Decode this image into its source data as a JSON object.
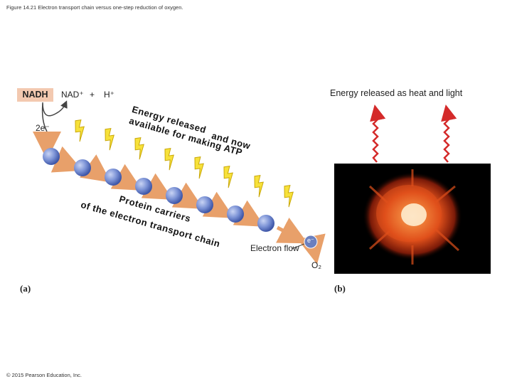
{
  "caption": "Figure 14.21 Electron transport chain versus one-step reduction of oxygen.",
  "copyright": "© 2015 Pearson Education, Inc.",
  "panel_a": {
    "nadh": "NADH",
    "nad_plus": "NAD⁺",
    "plus": "+",
    "h_plus": "H⁺",
    "electrons": "2e⁻",
    "energy_line1": "Energy released",
    "energy_line2": "available for making ATP",
    "energy_line2b": "and now",
    "carriers_line1": "Protein carriers",
    "carriers_line2": "of the electron transport chain",
    "label": "(a)"
  },
  "panel_b": {
    "energy_heat_light": "Energy released as heat and light",
    "electron_flow": "Electron flow",
    "e_minus": "e⁻",
    "oxygen": "O₂",
    "label": "(b)"
  },
  "colors": {
    "carrier": "#7c93d6",
    "arrow": "#e8a06a",
    "bolt": "#f7e13a",
    "heat_arrow": "#d42a2a",
    "photo_bg": "#000000",
    "fire": "#e5561b"
  },
  "icons": [
    "energy-bolt-icon",
    "carrier-sphere-icon",
    "curved-arrow-icon",
    "heat-arrow-icon"
  ]
}
